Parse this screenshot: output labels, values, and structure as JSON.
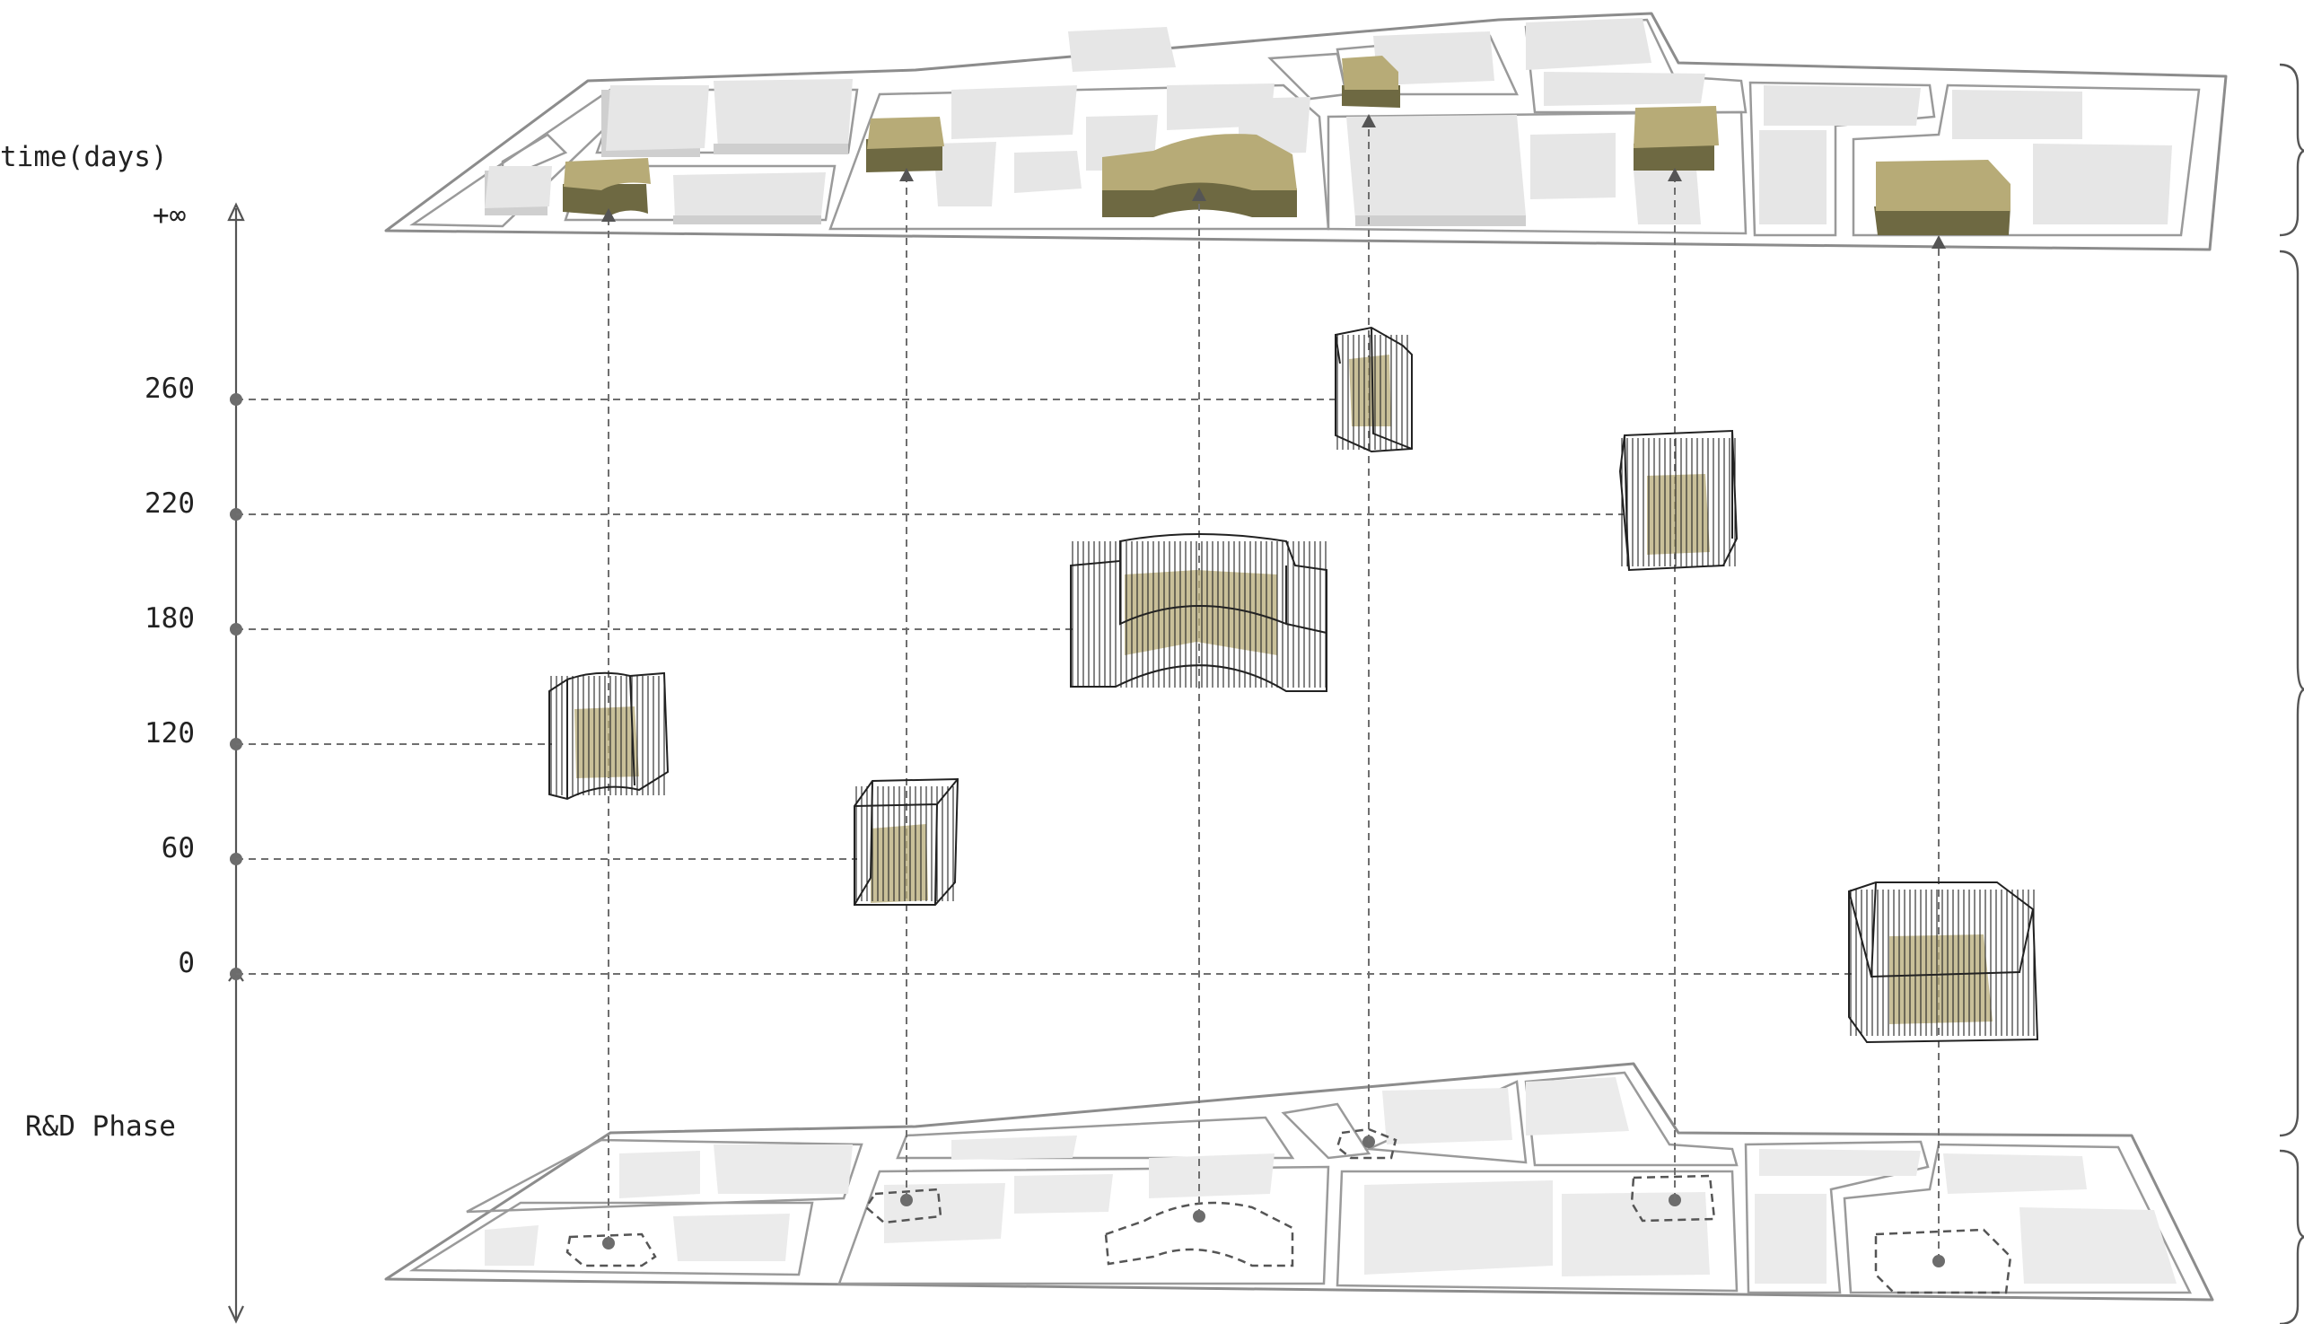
{
  "axis": {
    "title": "time(days)",
    "infinity_label": "+∞",
    "ticks": [
      {
        "label": "260",
        "value": 260
      },
      {
        "label": "220",
        "value": 220
      },
      {
        "label": "180",
        "value": 180
      },
      {
        "label": "120",
        "value": 120
      },
      {
        "label": "60",
        "value": 60
      },
      {
        "label": "0",
        "value": 0
      }
    ],
    "phase_label": "R&D Phase"
  },
  "colors": {
    "highlight_top": "#b7ab77",
    "highlight_side": "#6e6942",
    "building": "#e6e6e6",
    "line": "#555555"
  },
  "sites": [
    {
      "id": "site-1",
      "day": 120
    },
    {
      "id": "site-2",
      "day": 60
    },
    {
      "id": "site-3",
      "day": 180
    },
    {
      "id": "site-4",
      "day": 260
    },
    {
      "id": "site-5",
      "day": 220
    },
    {
      "id": "site-6",
      "day": 0
    }
  ]
}
